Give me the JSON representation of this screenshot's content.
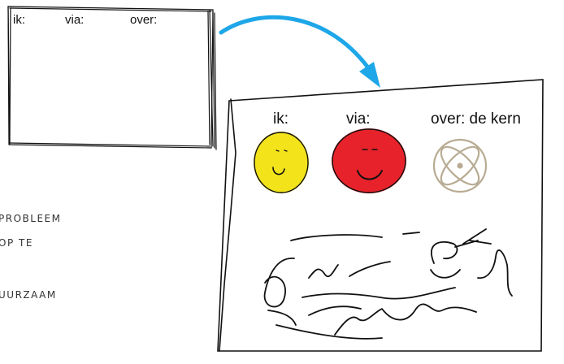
{
  "small_card": {
    "labels": [
      "ik:",
      "via:",
      "over:"
    ]
  },
  "big_card": {
    "labels": [
      "ik:",
      "via:",
      "over: de kern"
    ]
  },
  "side_note": {
    "lines": [
      "PROBLEEM",
      "OP TE",
      "UURZAAM"
    ]
  },
  "colors": {
    "arrow": "#1ea7e8",
    "yellow_face": "#f2e31a",
    "red_face": "#e8222a",
    "atom": "#b8ab93",
    "ink": "#111111"
  },
  "icons": [
    "arrow-icon",
    "smiley-yellow-icon",
    "smiley-red-icon",
    "atom-icon",
    "scribble-drawing"
  ]
}
